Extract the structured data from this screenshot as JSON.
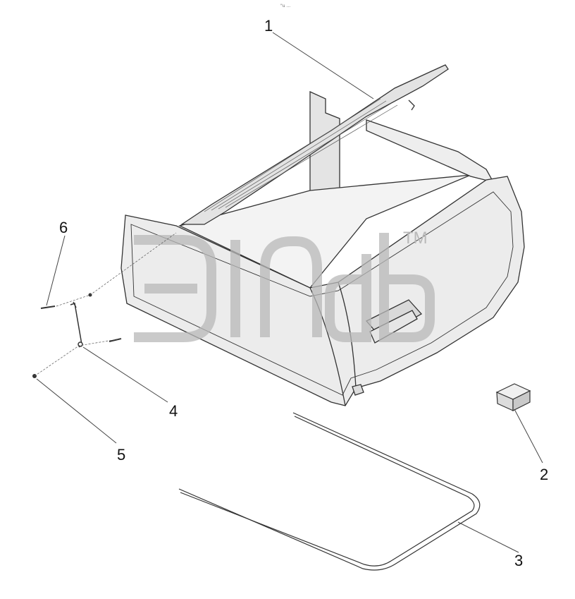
{
  "diagram": {
    "note": "\"u ...",
    "watermark_text": "TM",
    "colors": {
      "line": "#333333",
      "fill": "#ececec",
      "watermark": "#b9b9b9",
      "background": "#ffffff"
    },
    "callouts": [
      {
        "id": "1",
        "label": "1"
      },
      {
        "id": "2",
        "label": "2"
      },
      {
        "id": "3",
        "label": "3"
      },
      {
        "id": "4",
        "label": "4"
      },
      {
        "id": "5",
        "label": "5"
      },
      {
        "id": "6",
        "label": "6"
      }
    ]
  }
}
